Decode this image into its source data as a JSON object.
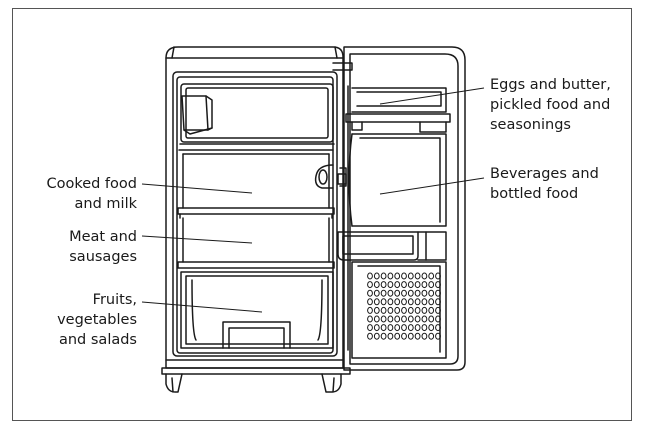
{
  "labels": {
    "eggs": {
      "lines": [
        "Eggs and butter,",
        "pickled food and",
        "seasonings"
      ]
    },
    "beverages": {
      "lines": [
        "Beverages and",
        "bottled food"
      ]
    },
    "cooked": {
      "lines": [
        "Cooked food",
        "and milk"
      ]
    },
    "meat": {
      "lines": [
        "Meat and",
        "sausages"
      ]
    },
    "fruits": {
      "lines": [
        "Fruits,",
        "vegetables",
        "and salads"
      ]
    }
  },
  "colors": {
    "line": "#1a1a1a",
    "grid_hole": "#1a1a1a",
    "background": "#ffffff"
  }
}
